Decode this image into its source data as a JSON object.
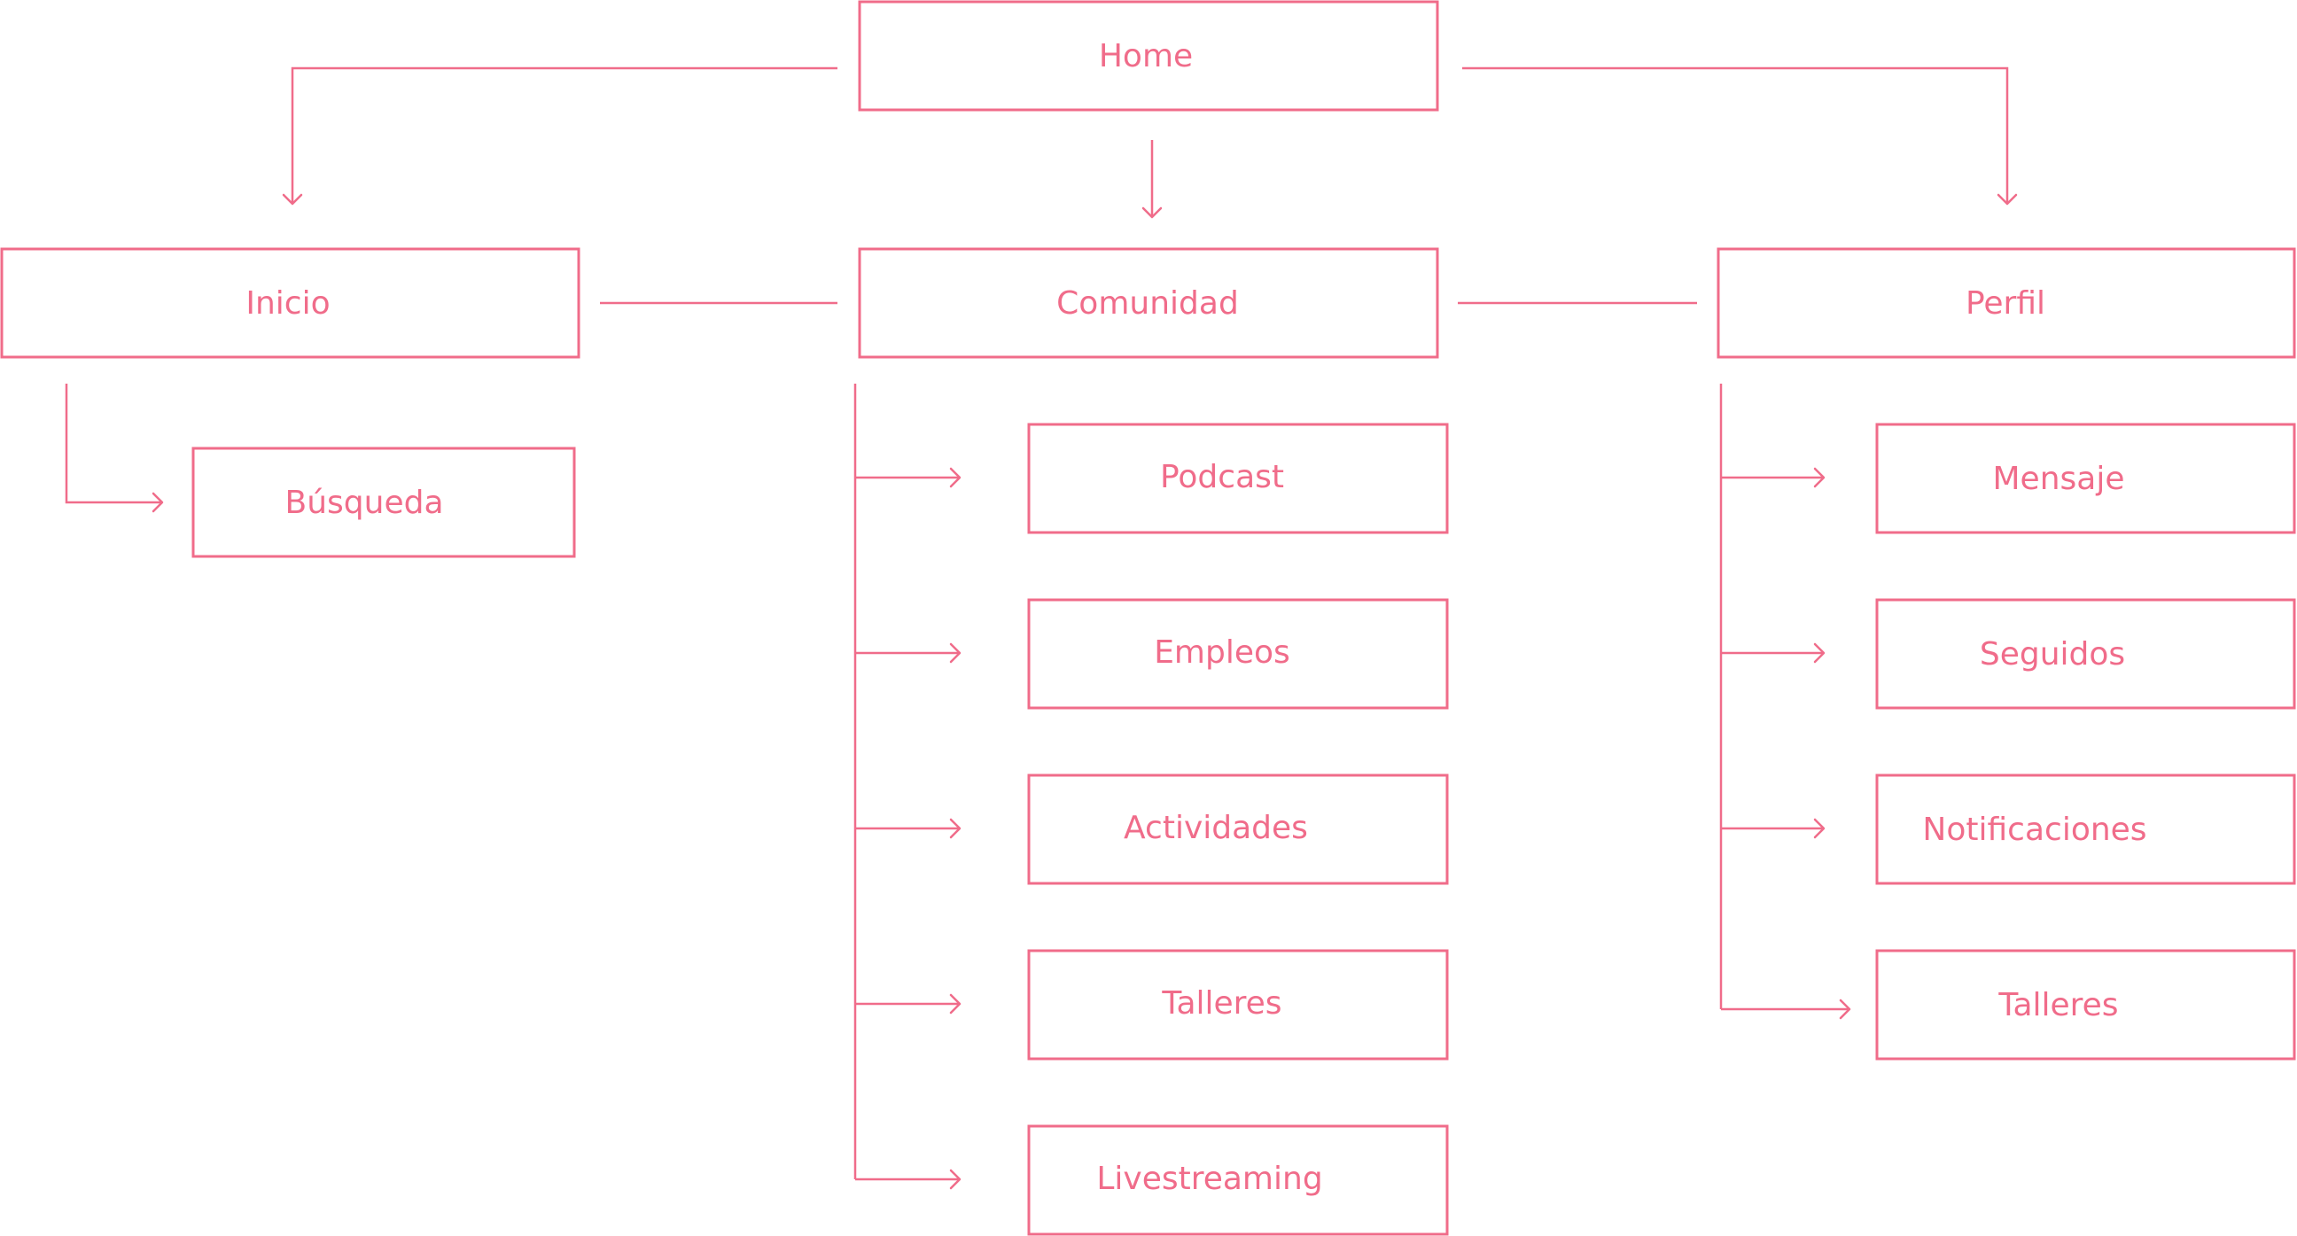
{
  "colors": {
    "accent": "#f06c8a",
    "background": "#ffffff"
  },
  "nodes": {
    "home": "Home",
    "inicio": "Inicio",
    "comunidad": "Comunidad",
    "perfil": "Perfil",
    "busqueda": "Búsqueda",
    "podcast": "Podcast",
    "empleos": "Empleos",
    "actividades": "Actividades",
    "talleres_comunidad": "Talleres",
    "livestreaming": "Livestreaming",
    "mensaje": "Mensaje",
    "seguidos": "Seguidos",
    "notificaciones": "Notificaciones",
    "talleres_perfil": "Talleres"
  }
}
